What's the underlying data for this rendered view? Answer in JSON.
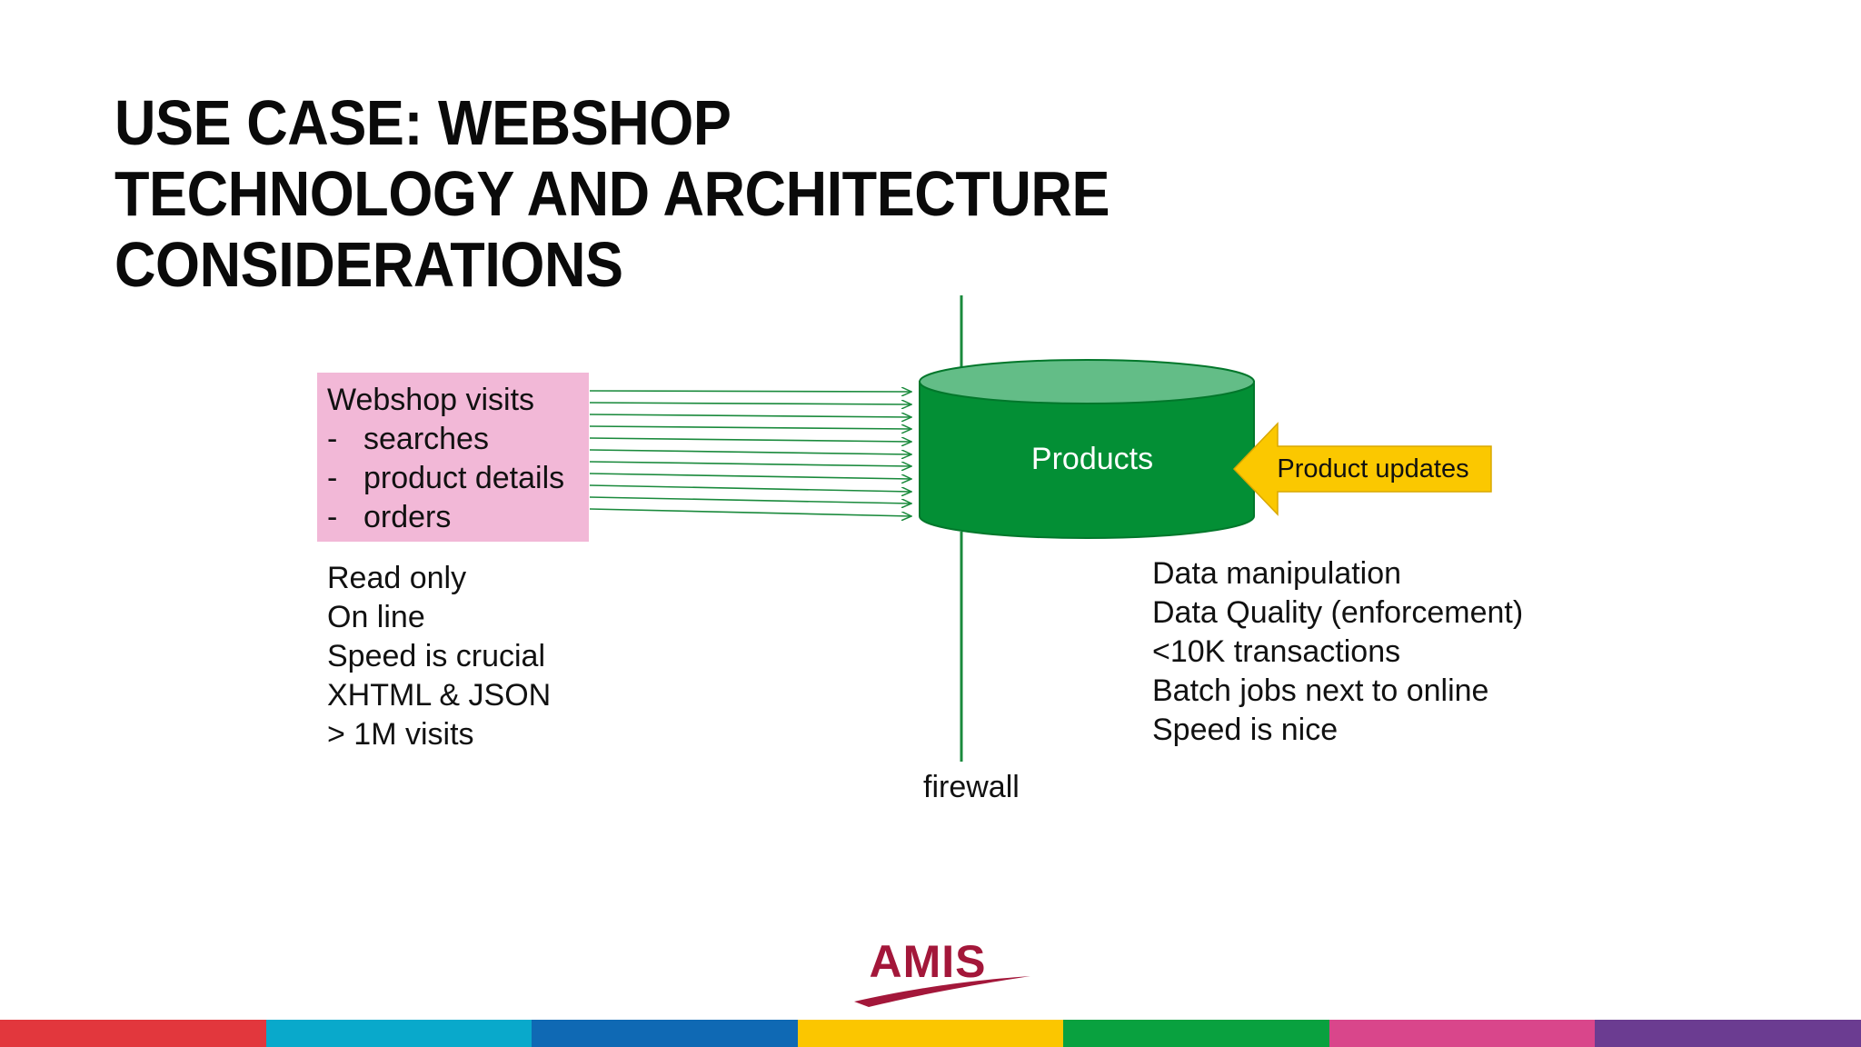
{
  "slide": {
    "title_lines": [
      "USE CASE: WEBSHOP",
      "TECHNOLOGY AND ARCHITECTURE",
      "CONSIDERATIONS"
    ]
  },
  "visits_box": {
    "heading": "Webshop visits",
    "items": [
      {
        "dash": "-",
        "label": "searches"
      },
      {
        "dash": "-",
        "label": "product details"
      },
      {
        "dash": "-",
        "label": "orders"
      }
    ]
  },
  "left_notes": [
    "Read only",
    "On line",
    "Speed is crucial",
    "XHTML & JSON",
    "> 1M visits"
  ],
  "products_cylinder": {
    "label": "Products"
  },
  "updates_arrow": {
    "label": "Product updates"
  },
  "right_notes": [
    "Data manipulation",
    "Data Quality (enforcement)",
    "<10K transactions",
    "Batch jobs next to online",
    "Speed is nice"
  ],
  "firewall": {
    "label": "firewall"
  },
  "logo": {
    "text": "AMIS"
  },
  "colors": {
    "visits_box": "#f2b8d7",
    "cylinder_body": "#038f35",
    "cylinder_top": "#63bd87",
    "arrow_fill": "#fbc800",
    "line_green": "#1a8a3c",
    "logo": "#a3173a",
    "bottom_bar": [
      "#e2373d",
      "#09a9cb",
      "#0f69b4",
      "#fbc600",
      "#09a13f",
      "#d9468b",
      "#6b3c91"
    ]
  }
}
